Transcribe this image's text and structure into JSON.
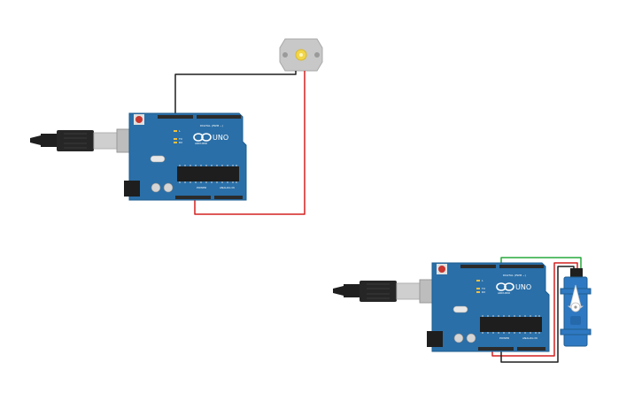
{
  "canvas": {
    "background": "#ffffff"
  },
  "colors": {
    "board": "#2a6fa8",
    "board_dark": "#1f5d8f",
    "header": "#2b2b2b",
    "chip": "#1e1e1e",
    "usb_cable": "#1f1f1f",
    "usb_plug": "#cfcfcf",
    "reset_button": "#c7362f",
    "motor_body": "#c8c8c8",
    "motor_shaft": "#f2d64a",
    "servo_body": "#2f79c2",
    "wire_red": "#d42020",
    "wire_black": "#1f1f1f",
    "wire_green": "#27a83b"
  },
  "circuit_1": {
    "board": {
      "brand": "ARDUINO",
      "model": "UNO",
      "digital_label": "DIGITAL (PWM ~)",
      "power_label": "POWER",
      "analog_label": "ANALOG IN",
      "led_labels": [
        "L",
        "TX",
        "RX"
      ]
    },
    "components": [
      "usb-cable-icon",
      "dc-motor-icon"
    ]
  },
  "circuit_2": {
    "board": {
      "brand": "ARDUINO",
      "model": "UNO",
      "digital_label": "DIGITAL (PWM ~)",
      "power_label": "POWER",
      "analog_label": "ANALOG IN",
      "led_labels": [
        "L",
        "TX",
        "RX"
      ]
    },
    "components": [
      "usb-cable-icon",
      "servo-motor-icon"
    ]
  }
}
